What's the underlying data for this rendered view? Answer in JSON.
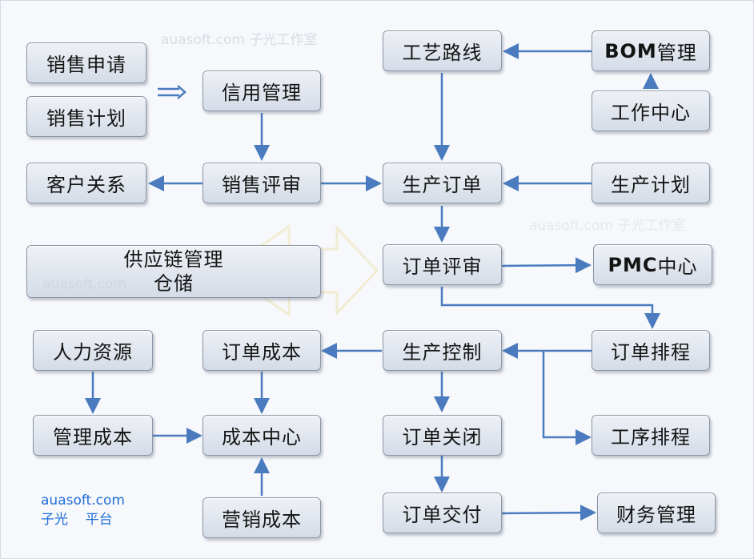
{
  "nodes": {
    "sales_apply": "销售申请",
    "sales_plan": "销售计划",
    "credit_mgmt": "信用管理",
    "customer_rel": "客户关系",
    "sales_review": "销售评审",
    "supply_chain": [
      "供应链管理",
      "仓储"
    ],
    "hr": "人力资源",
    "order_cost": "订单成本",
    "mgmt_cost": "管理成本",
    "cost_center": "成本中心",
    "marketing_cost": "营销成本",
    "process_route": "工艺路线",
    "bom": {
      "prefix": "BOM",
      "suffix": "管理"
    },
    "work_center": "工作中心",
    "prod_order": "生产订单",
    "prod_plan": "生产计划",
    "order_review": "订单评审",
    "pmc": {
      "prefix": "PMC",
      "suffix": "中心"
    },
    "order_sched": "订单排程",
    "prod_control": "生产控制",
    "order_close": "订单关闭",
    "op_sched": "工序排程",
    "order_delivery": "订单交付",
    "finance": "财务管理"
  },
  "watermarks": {
    "top": "auasoft.com 子光工作室",
    "right": "auasoft.com 子光工作室",
    "left": "auasoft.com"
  },
  "brand": {
    "line1": "auasoft.com",
    "line2": "子光    平台"
  },
  "colors": {
    "arrow": "#4a7bbf",
    "box_top": "#eef1f6",
    "box_bottom": "#d5dce7",
    "box_border": "#8b95a6",
    "brand": "#1f6fd8"
  }
}
